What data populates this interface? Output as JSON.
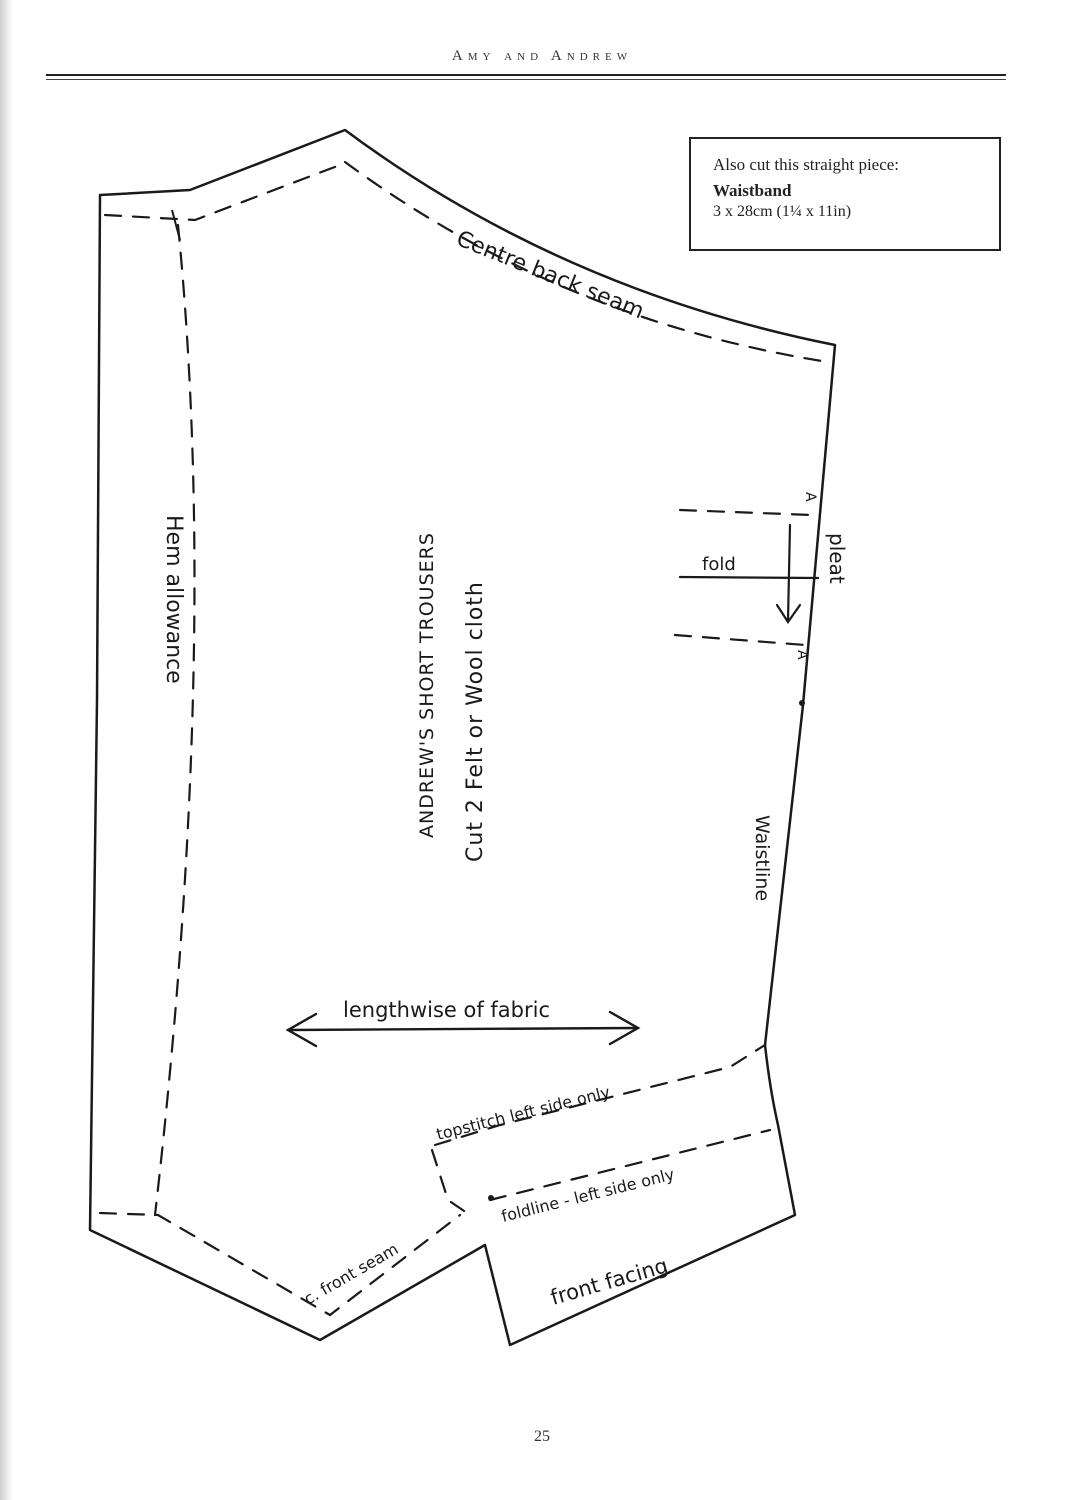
{
  "header": {
    "running_title": "Amy and Andrew"
  },
  "info_box": {
    "intro": "Also cut this straight piece:",
    "piece_name": "Waistband",
    "dimensions": "3 x 28cm (1¼ x 11in)"
  },
  "pattern": {
    "title": "ANDREW'S SHORT TROUSERS",
    "instructions": "Cut 2   Felt or Wool cloth",
    "labels": {
      "centre_back_seam": "Centre back seam",
      "hem_allowance": "Hem allowance",
      "waistline": "Waistline",
      "pleat": "pleat",
      "fold": "fold",
      "mark_a_top": "A",
      "mark_a_bottom": "A",
      "grainline": "lengthwise of fabric",
      "topstitch": "topstitch left side only",
      "foldline": "foldline - left side only",
      "front_seam": "c. front seam",
      "front_facing": "front facing"
    }
  },
  "footer": {
    "page_number": "25"
  }
}
